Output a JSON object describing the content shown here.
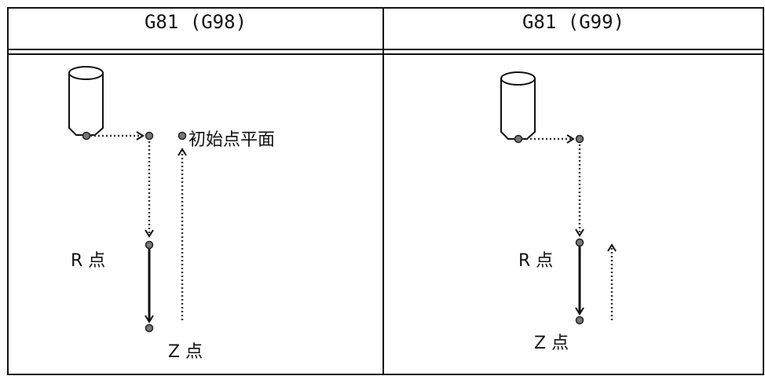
{
  "headers": {
    "left": "G81 (G98)",
    "right": "G81 (G99)"
  },
  "left_panel": {
    "initial_plane_label": "初始点平面",
    "r_point_label": "R 点",
    "z_point_label": "Z 点"
  },
  "right_panel": {
    "r_point_label": "R 点",
    "z_point_label": "Z 点"
  }
}
